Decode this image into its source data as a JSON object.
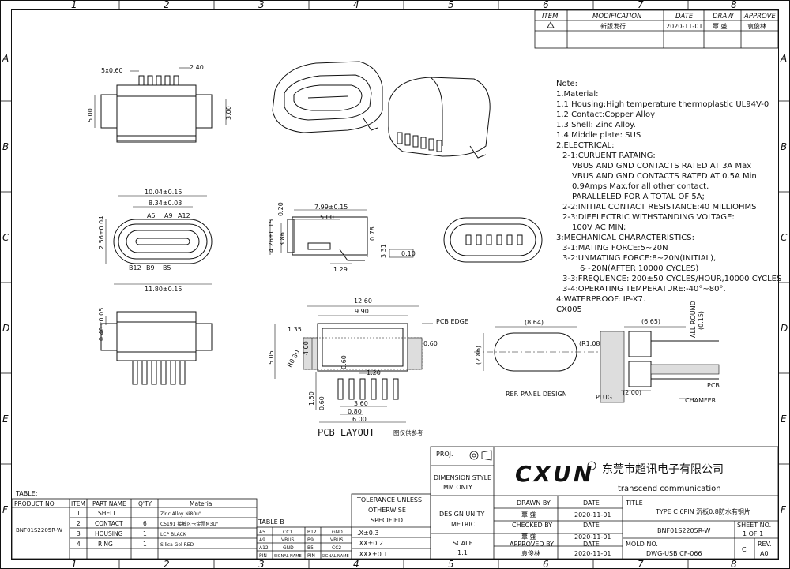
{
  "grid": {
    "columns": [
      "1",
      "2",
      "3",
      "4",
      "5",
      "6",
      "7",
      "8"
    ],
    "rows": [
      "A",
      "B",
      "C",
      "D",
      "E",
      "F"
    ]
  },
  "revision": {
    "headers": [
      "ITEM",
      "MODIFICATION",
      "DATE",
      "DRAW",
      "APPROVE"
    ],
    "row": {
      "modification": "新版发行",
      "date": "2020-11-01",
      "draw": "覃 盛",
      "approve": "袁俊林"
    }
  },
  "dimensions": {
    "top_view": [
      "5x0.60",
      "2.40",
      "5.00",
      "3.00"
    ],
    "front_view": [
      "10.04±0.15",
      "8.34±0.03",
      "2.56±0.04",
      "11.80±0.15"
    ],
    "front_pins_top": [
      "A5",
      "A9",
      "A12"
    ],
    "front_pins_bottom": [
      "B12",
      "B9",
      "B5"
    ],
    "side_view": [
      "7.99±0.15",
      "5.00",
      "0.20",
      "4.26±0.15",
      "3.86",
      "3.31",
      "0.78",
      "1.29",
      "0.10"
    ],
    "bottom_view": [
      "0.40±0.05"
    ],
    "pcb": [
      "12.60",
      "9.90",
      "1.35",
      "4.00",
      "5.05",
      "R0.30",
      "0.60",
      "1.20",
      "0.60",
      "3.60",
      "0.80",
      "6.00",
      "1.50",
      "0.60"
    ],
    "pcb_edge": "PCB EDGE",
    "panel": [
      "(8.64)",
      "(R1.08)",
      "(2.86)"
    ],
    "panel_label": "REF. PANEL DESIGN",
    "section": [
      "(6.65)",
      "ALL ROUND",
      "(0.15)",
      "(2.00)"
    ],
    "section_labels": {
      "plug": "PLUG",
      "pcb": "PCB",
      "chamfer": "CHAMFER"
    }
  },
  "pcb_layout": {
    "title": "PCB LAYOUT",
    "note": "图仅供参考"
  },
  "notes": [
    "Note:",
    "1.Material:",
    "1.1 Housing:High temperature thermoplastic UL94V-0",
    "1.2 Contact:Copper Alloy",
    "1.3 Shell: Zinc Alloy.",
    "1.4 Middle plate: SUS",
    "2.ELECTRICAL:",
    "2-1:CURUENT RATAING:",
    "VBUS AND GND CONTACTS RATED AT 3A Max",
    "VBUS AND GND CONTACTS RATED AT 0.5A Min",
    "0.9Amps Max.for all other contact.",
    "PARALLELED FOR A TOTAL OF 5A;",
    "2-2:INITIAL CONTACT RESISTANCE:40 MILLIOHMS",
    "2-3:DIEELECTRIC WITHSTANDING VOLTAGE:",
    "100V AC MIN;",
    "3:MECHANICAL CHARACTERISTICS:",
    "3-1:MATING FORCE:5~20N",
    "3-2:UNMATING FORCE:8~20N(INITIAL),",
    "6~20N(AFTER 10000 CYCLES)",
    "3-3:FREQUENCE: 200±50 CYCLES/HOUR,10000 CYCLES",
    "3-4:OPERATING TEMPERATURE:-40°~80°.",
    "4:WATERPROOF: IP-X7.",
    "CX005"
  ],
  "bom": {
    "title": "TABLE:",
    "headers": [
      "PRODUCT NO.",
      "ITEM",
      "PART NAME",
      "Q'TY",
      "Material"
    ],
    "product_no": "BNF01S2205R-W",
    "rows": [
      {
        "item": "1",
        "name": "SHELL",
        "qty": "1",
        "material": "Zinc Alloy Ni80u\""
      },
      {
        "item": "2",
        "name": "CONTACT",
        "qty": "6",
        "material": "C5191 接触区卡金票M3U\""
      },
      {
        "item": "3",
        "name": "HOUSING",
        "qty": "1",
        "material": "LCP BLACK"
      },
      {
        "item": "4",
        "name": "RING",
        "qty": "1",
        "material": "Silica Gel RED"
      }
    ]
  },
  "table_b": {
    "title": "TABLE B",
    "rows": [
      [
        "A5",
        "CC1",
        "B12",
        "GND"
      ],
      [
        "A9",
        "VBUS",
        "B9",
        "VBUS"
      ],
      [
        "A12",
        "GND",
        "B5",
        "CC2"
      ],
      [
        "PIN",
        "SIGNAL NAME",
        "PIN",
        "SIGNAL NAME"
      ]
    ]
  },
  "tolerance": {
    "title": [
      "TOLERANCE UNLESS",
      "OTHERWISE",
      "SPECIFIED"
    ],
    "values": [
      ".X±0.3",
      ".XX±0.2",
      ".XXX±0.1"
    ]
  },
  "title_block": {
    "proj": "PROJ.",
    "dimension_style": [
      "DIMENSION STYLE",
      "MM ONLY"
    ],
    "design_unity": [
      "DESIGN UNITY",
      "METRIC"
    ],
    "scale": [
      "SCALE",
      "1:1"
    ],
    "logo": "CXUN",
    "company_cn": "东莞市超讯电子有限公司",
    "company_en": "transcend communication",
    "drawn_by_label": "DRAWN BY",
    "drawn_by": "覃 盛",
    "checked_by_label": "CHECKED BY",
    "checked_by": "覃 盛",
    "approved_by_label": "APPROVED BY",
    "approved_by": "袁俊林",
    "date_label": "DATE",
    "date": "2020-11-01",
    "title_label": "TITLE",
    "title": "TYPE C 6PIN 沉板0.8防水有铜片",
    "part_number": "BNF01S2205R-W",
    "mold_no_label": "MOLD NO.",
    "mold_no": "DWG-USB CF-066",
    "size": "C",
    "sheet_label": "SHEET NO.",
    "sheet": "1 OF 1",
    "rev_label": "REV.",
    "rev": "A0"
  }
}
